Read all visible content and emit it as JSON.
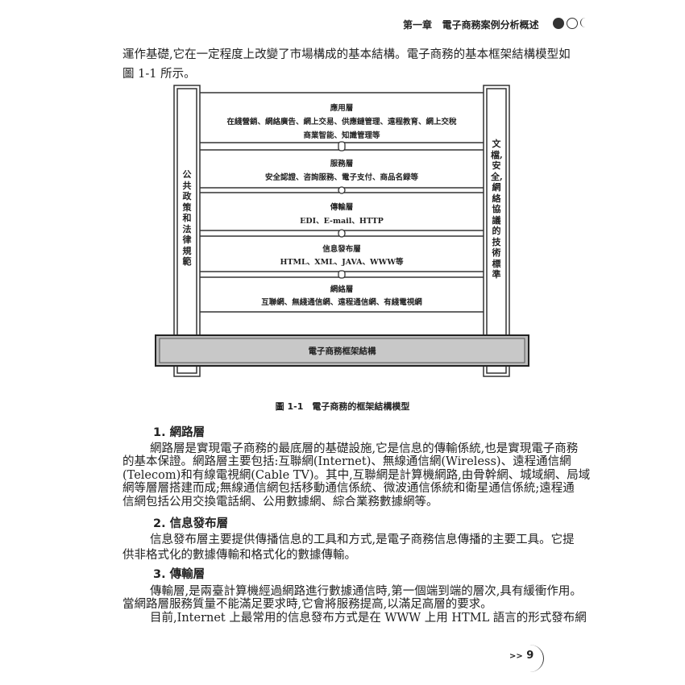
{
  "header": {
    "chapter": "第一章",
    "title": "電子商務案例分析概述"
  },
  "intro": [
    "運作基礎,它在一定程度上改變了市場構成的基本結構。電子商務的基本框架結構模型如",
    "圖 1-1 所示。"
  ],
  "figure": {
    "left_pillar": "公共政策和法律規範",
    "right_pillar": "文檔,安全,網絡協議的技術標準",
    "base": "電子商務框架結構",
    "layers": [
      {
        "name": "應用層",
        "items": [
          "在綫營銷、網絡廣告、網上交易、供應鏈管理、遠程教育、網上交稅",
          "商業智能、知識管理等"
        ]
      },
      {
        "name": "服務層",
        "items": [
          "安全認證、咨詢服務、電子支付、商品名録等"
        ]
      },
      {
        "name": "傳輸層",
        "items": [
          "EDI、E-mail、HTTP"
        ]
      },
      {
        "name": "信息發布層",
        "items": [
          "HTML、XML、JAVA、WWW等"
        ]
      },
      {
        "name": "網絡層",
        "items": [
          "互聯網、無綫通信網、遠程通信網、有綫電視網"
        ]
      }
    ],
    "caption": "圖 1-1　電子商務的框架結構模型"
  },
  "sections": [
    {
      "heading": "1. 網路層",
      "lines": [
        "網路層是實現電子商務的最底層的基礎設施,它是信息的傳輸係統,也是實現電子商務",
        "的基本保證。網路層主要包括:互聯網(Internet)、無線通信網(Wireless)、遠程通信網",
        "(Telecom)和有線電視網(Cable TV)。其中,互聯網是計算機網路,由骨幹網、城域網、局域",
        "網等層層搭建而成;無線通信網包括移動通信係統、微波通信係統和衛星通信係統;遠程通",
        "信網包括公用交換電話網、公用數據網、綜合業務數據網等。"
      ]
    },
    {
      "heading": "2. 信息發布層",
      "lines": [
        "信息發布層主要提供傳播信息的工具和方式,是電子商務信息傳播的主要工具。它提",
        "供非格式化的數據傳輸和格式化的數據傳輸。"
      ]
    },
    {
      "heading": "3. 傳輸層",
      "lines": [
        "傳輸層,是兩臺計算機經過網路進行數據通信時,第一個端到端的層次,具有緩衝作用。",
        "當網路層服務質量不能滿足要求時,它會將服務提高,以滿足高層的要求。",
        "目前,Internet 上最常用的信息發布方式是在 WWW 上用 HTML 語言的形式發布網"
      ]
    }
  ],
  "footer": {
    "arrows": ">>",
    "page": "9"
  }
}
